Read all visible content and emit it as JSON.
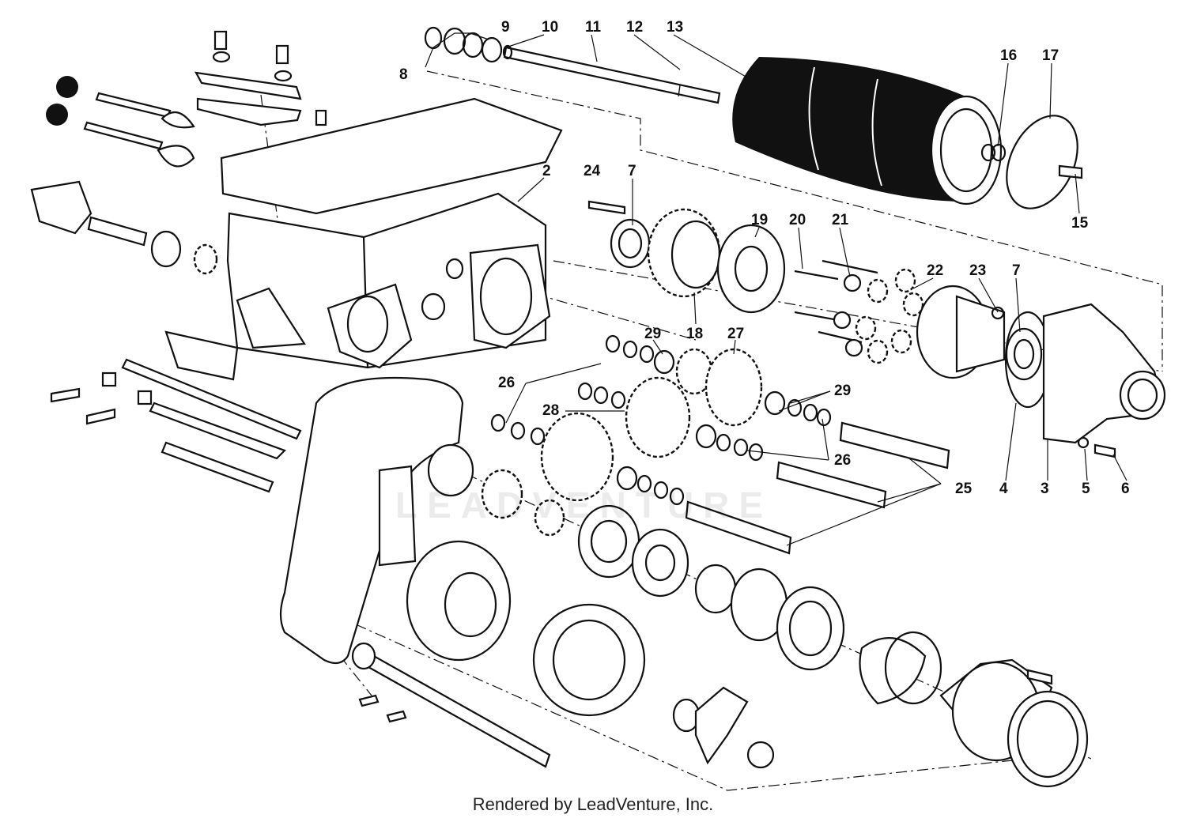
{
  "diagram": {
    "callouts": [
      {
        "id": "9",
        "text": "9"
      },
      {
        "id": "10",
        "text": "10"
      },
      {
        "id": "11",
        "text": "11"
      },
      {
        "id": "12",
        "text": "12"
      },
      {
        "id": "13",
        "text": "13"
      },
      {
        "id": "8",
        "text": "8"
      },
      {
        "id": "16",
        "text": "16"
      },
      {
        "id": "17",
        "text": "17"
      },
      {
        "id": "15",
        "text": "15"
      },
      {
        "id": "2",
        "text": "2"
      },
      {
        "id": "24",
        "text": "24"
      },
      {
        "id": "7a",
        "text": "7"
      },
      {
        "id": "19",
        "text": "19"
      },
      {
        "id": "20",
        "text": "20"
      },
      {
        "id": "21",
        "text": "21"
      },
      {
        "id": "22",
        "text": "22"
      },
      {
        "id": "23",
        "text": "23"
      },
      {
        "id": "7b",
        "text": "7"
      },
      {
        "id": "18",
        "text": "18"
      },
      {
        "id": "29a",
        "text": "29"
      },
      {
        "id": "27",
        "text": "27"
      },
      {
        "id": "26a",
        "text": "26"
      },
      {
        "id": "29b",
        "text": "29"
      },
      {
        "id": "28",
        "text": "28"
      },
      {
        "id": "26b",
        "text": "26"
      },
      {
        "id": "25",
        "text": "25"
      },
      {
        "id": "4",
        "text": "4"
      },
      {
        "id": "3",
        "text": "3"
      },
      {
        "id": "5",
        "text": "5"
      },
      {
        "id": "6",
        "text": "6"
      }
    ]
  },
  "watermark": "LEADVENTURE",
  "footer": "Rendered by LeadVenture, Inc."
}
